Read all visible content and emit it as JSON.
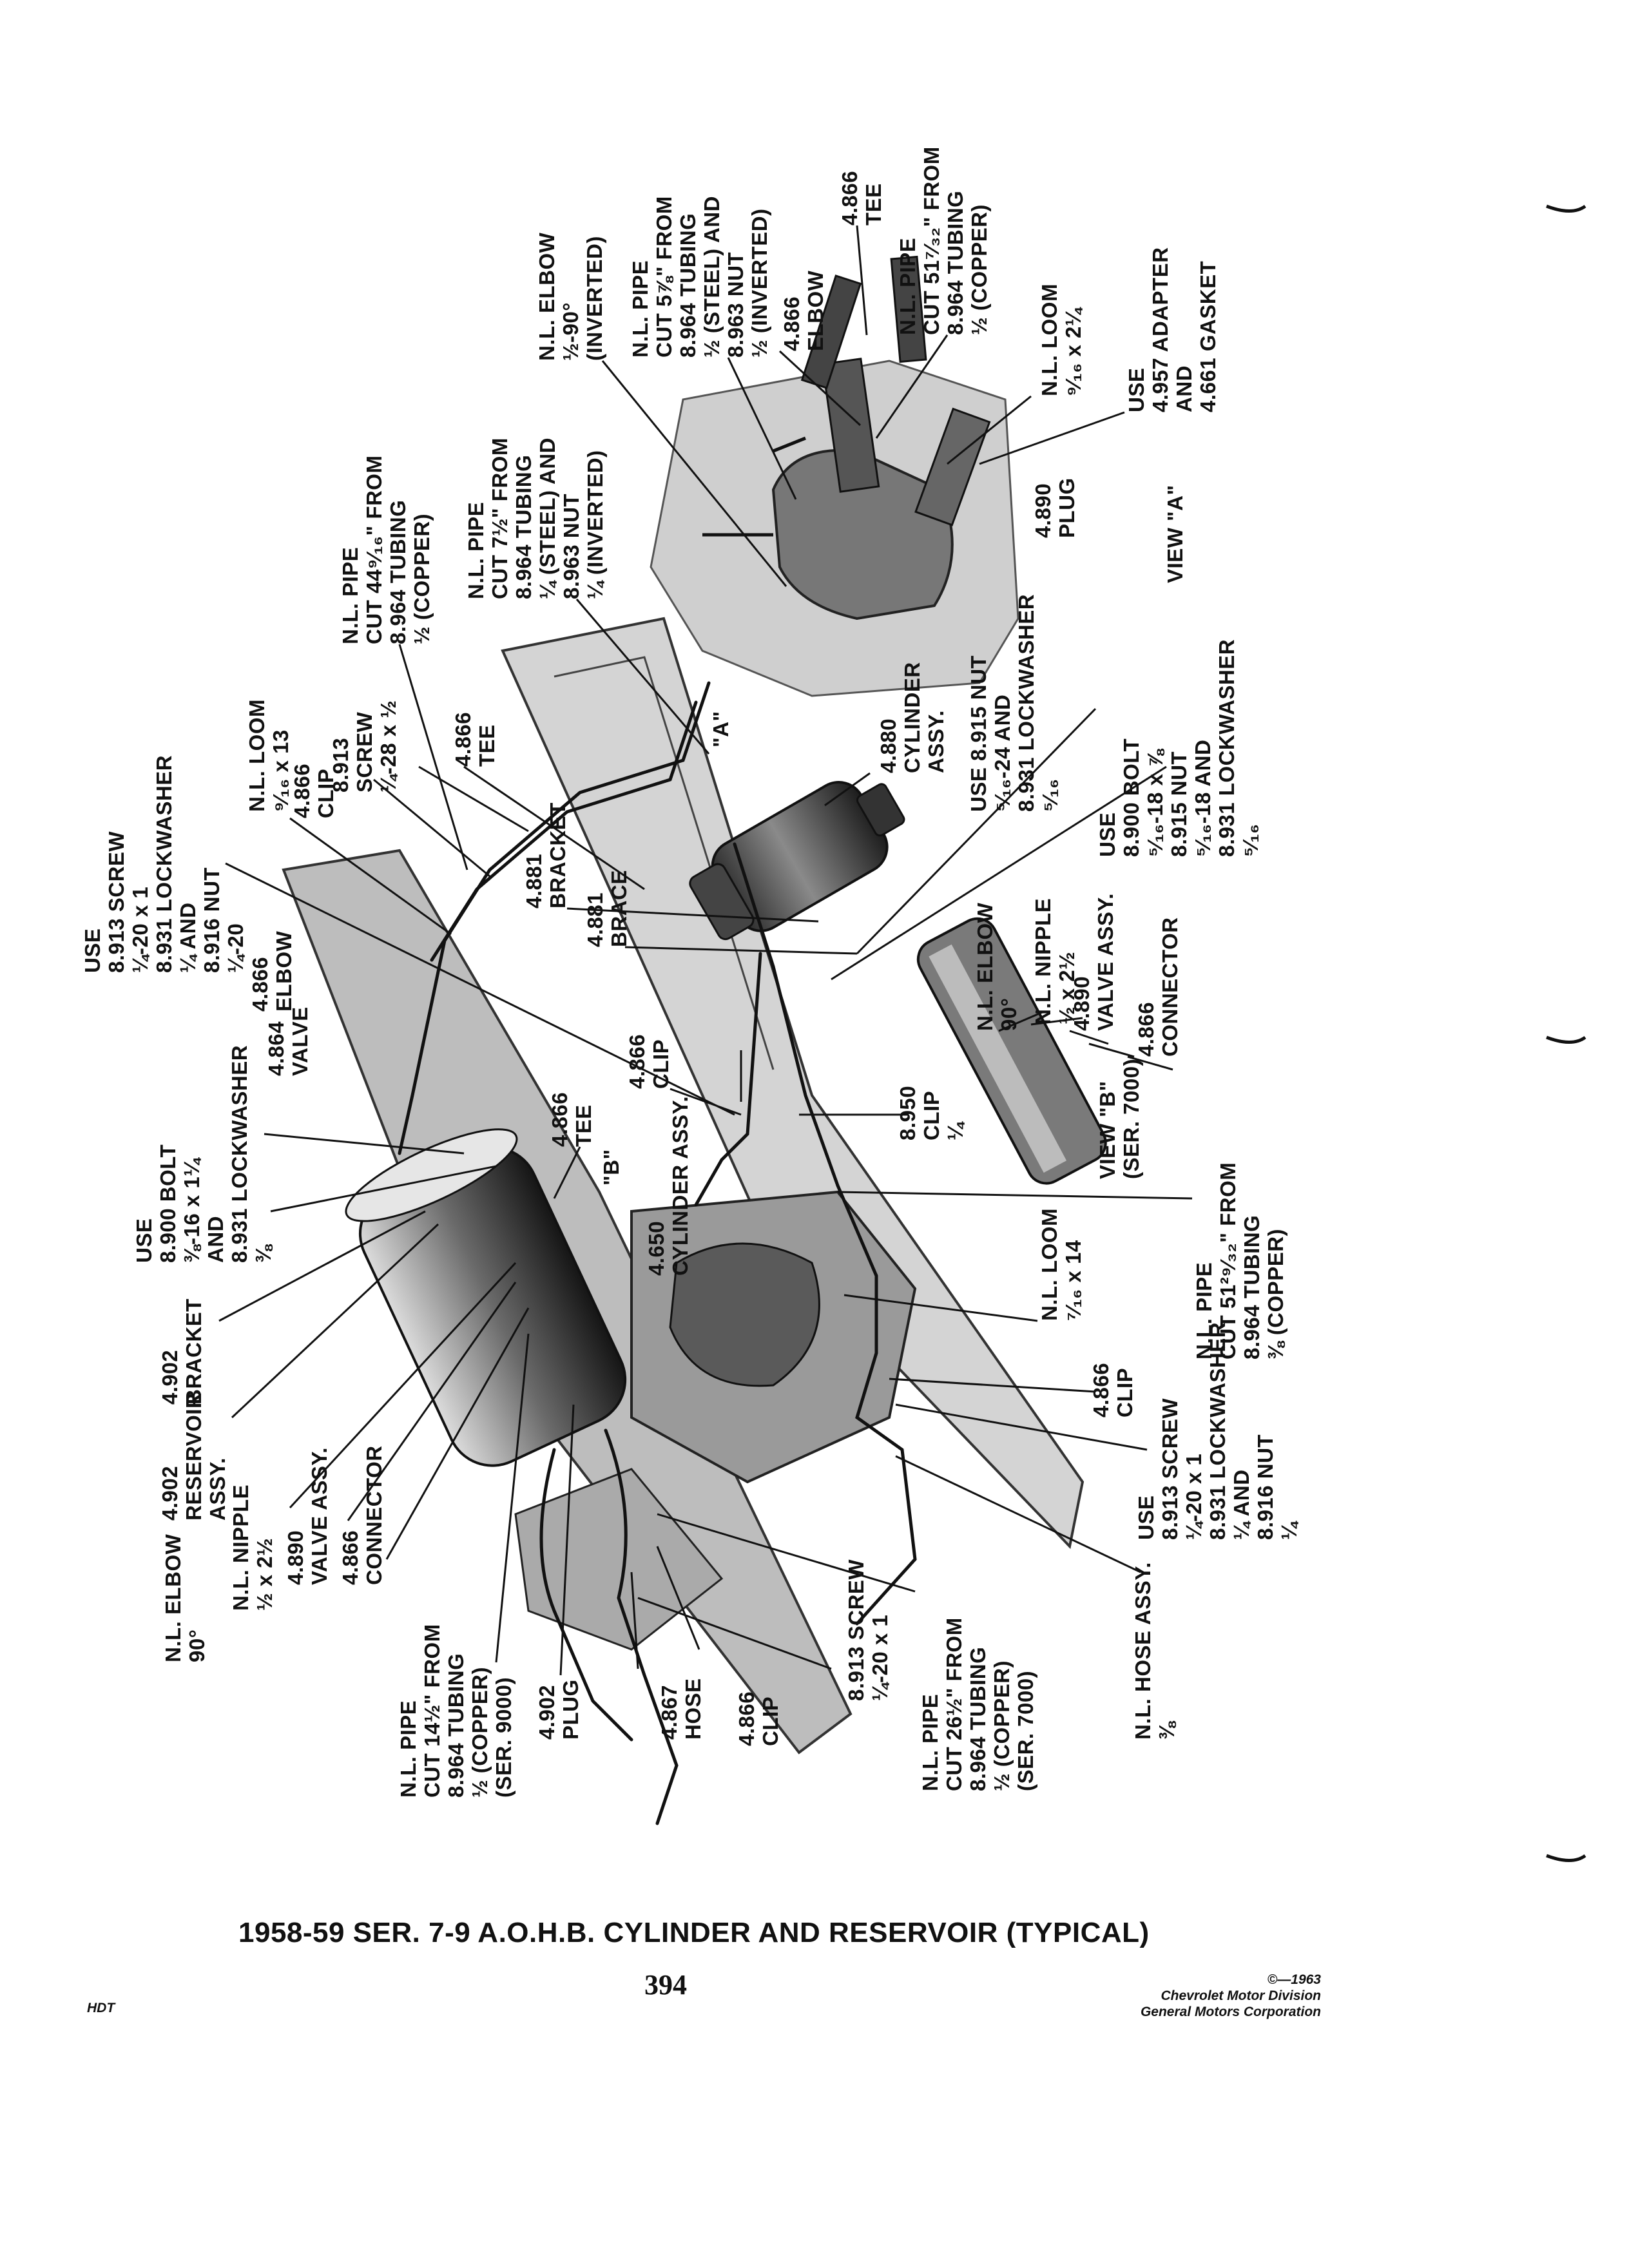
{
  "title": "1958-59 SER. 7-9 A.O.H.B. CYLINDER AND RESERVOIR (TYPICAL)",
  "page_number": "394",
  "copyright": {
    "line1": "©—1963",
    "line2": "Chevrolet Motor Division",
    "line3": "General Motors Corporation"
  },
  "footer_left": "HDT",
  "callouts": [
    {
      "id": "c01",
      "lines": [
        "N.L. ELBOW",
        "½-90°",
        "(INVERTED)"
      ]
    },
    {
      "id": "c02",
      "lines": [
        "N.L. PIPE",
        "CUT 5⅞\" FROM",
        "8.964 TUBING",
        "½ (STEEL) AND",
        "8.963 NUT",
        "½ (INVERTED)"
      ]
    },
    {
      "id": "c03",
      "lines": [
        "4.866",
        "ELBOW"
      ]
    },
    {
      "id": "c04",
      "lines": [
        "4.866",
        "TEE"
      ]
    },
    {
      "id": "c05",
      "lines": [
        "N.L. PIPE",
        "CUT 51⁷⁄₃₂\" FROM",
        "8.964 TUBING",
        "½ (COPPER)"
      ]
    },
    {
      "id": "c06",
      "lines": [
        "N.L. LOOM",
        "⁹⁄₁₆ x 2¼"
      ]
    },
    {
      "id": "c07",
      "lines": [
        "USE",
        "4.957 ADAPTER",
        "AND",
        "4.661 GASKET"
      ]
    },
    {
      "id": "c08",
      "lines": [
        "4.890",
        "PLUG"
      ]
    },
    {
      "id": "c09",
      "lines": [
        "VIEW \"A\""
      ]
    },
    {
      "id": "c10",
      "lines": [
        "N.L. PIPE",
        "CUT 7½\" FROM",
        "8.964 TUBING",
        "¼ (STEEL) AND",
        "8.963 NUT",
        "¼ (INVERTED)"
      ]
    },
    {
      "id": "c11",
      "lines": [
        "N.L. PIPE",
        "CUT 44⁹⁄₁₆\" FROM",
        "8.964 TUBING",
        "½ (COPPER)"
      ]
    },
    {
      "id": "c12",
      "lines": [
        "USE",
        "8.913 SCREW",
        "¼-20 x 1",
        "8.931 LOCKWASHER",
        "¼ AND",
        "8.916 NUT",
        "¼-20"
      ]
    },
    {
      "id": "c13",
      "lines": [
        "N.L. LOOM",
        "⁹⁄₁₆ x 13"
      ]
    },
    {
      "id": "c14",
      "lines": [
        "4.866",
        "CLIP"
      ]
    },
    {
      "id": "c15",
      "lines": [
        "8.913",
        "SCREW",
        "¼-28 x ½"
      ]
    },
    {
      "id": "c16",
      "lines": [
        "4.866",
        "TEE"
      ]
    },
    {
      "id": "c17",
      "lines": [
        "\"A\""
      ]
    },
    {
      "id": "c18",
      "lines": [
        "4.880",
        "CYLINDER",
        "ASSY."
      ]
    },
    {
      "id": "c19",
      "lines": [
        "USE 8.915 NUT",
        "⁵⁄₁₆-24 AND",
        "8.931 LOCKWASHER",
        "⁵⁄₁₆"
      ]
    },
    {
      "id": "c20",
      "lines": [
        "USE",
        "8.900 BOLT",
        "⁵⁄₁₆-18 x ⅞",
        "8.915 NUT",
        "⁵⁄₁₆-18 AND",
        "8.931 LOCKWASHER",
        "⁵⁄₁₆"
      ]
    },
    {
      "id": "c21",
      "lines": [
        "4.881",
        "BRACKET"
      ]
    },
    {
      "id": "c22",
      "lines": [
        "4.881",
        "BRACE"
      ]
    },
    {
      "id": "c23",
      "lines": [
        "N.L. ELBOW",
        "90°"
      ]
    },
    {
      "id": "c24",
      "lines": [
        "N.L. NIPPLE",
        "½ x 2½"
      ]
    },
    {
      "id": "c25",
      "lines": [
        "4.890",
        "VALVE ASSY."
      ]
    },
    {
      "id": "c26",
      "lines": [
        "4.866",
        "CONNECTOR"
      ]
    },
    {
      "id": "c27",
      "lines": [
        "VIEW \"B\"",
        "(SER. 7000)"
      ]
    },
    {
      "id": "c28",
      "lines": [
        "4.866",
        "ELBOW"
      ]
    },
    {
      "id": "c29",
      "lines": [
        "4.864",
        "VALVE"
      ]
    },
    {
      "id": "c30",
      "lines": [
        "4.866",
        "CLIP"
      ]
    },
    {
      "id": "c31",
      "lines": [
        "4.866",
        "TEE"
      ]
    },
    {
      "id": "c32",
      "lines": [
        "8.950",
        "CLIP",
        "¼"
      ]
    },
    {
      "id": "c33",
      "lines": [
        "N.L. PIPE",
        "CUT 51²⁹⁄₃₂\" FROM",
        "8.964 TUBING",
        "⅜ (COPPER)"
      ]
    },
    {
      "id": "c34",
      "lines": [
        "USE",
        "8.900 BOLT",
        "⅜-16 x 1¼",
        "AND",
        "8.931 LOCKWASHER",
        "⅜"
      ]
    },
    {
      "id": "c35",
      "lines": [
        "\"B\""
      ]
    },
    {
      "id": "c36",
      "lines": [
        "4.650",
        "CYLINDER ASSY."
      ]
    },
    {
      "id": "c37",
      "lines": [
        "N.L. LOOM",
        "⁷⁄₁₆ x 14"
      ]
    },
    {
      "id": "c38",
      "lines": [
        "4.866",
        "CLIP"
      ]
    },
    {
      "id": "c39",
      "lines": [
        "4.902",
        "BRACKET"
      ]
    },
    {
      "id": "c40",
      "lines": [
        "4.902",
        "RESERVOIR",
        "ASSY."
      ]
    },
    {
      "id": "c41",
      "lines": [
        "N.L. ELBOW",
        "90°"
      ]
    },
    {
      "id": "c42",
      "lines": [
        "N.L. NIPPLE",
        "½ x 2½"
      ]
    },
    {
      "id": "c43",
      "lines": [
        "4.890",
        "VALVE ASSY."
      ]
    },
    {
      "id": "c44",
      "lines": [
        "4.866",
        "CONNECTOR"
      ]
    },
    {
      "id": "c45",
      "lines": [
        "N.L. PIPE",
        "CUT 14½\" FROM",
        "8.964 TUBING",
        "½ (COPPER)",
        "(SER. 9000)"
      ]
    },
    {
      "id": "c46",
      "lines": [
        "4.902",
        "PLUG"
      ]
    },
    {
      "id": "c47",
      "lines": [
        "4.867",
        "HOSE"
      ]
    },
    {
      "id": "c48",
      "lines": [
        "4.866",
        "CLIP"
      ]
    },
    {
      "id": "c49",
      "lines": [
        "8.913 SCREW",
        "¼-20 x 1"
      ]
    },
    {
      "id": "c50",
      "lines": [
        "N.L. PIPE",
        "CUT 26½\" FROM",
        "8.964 TUBING",
        "½ (COPPER)",
        "(SER. 7000)"
      ]
    },
    {
      "id": "c51",
      "lines": [
        "N.L. HOSE ASSY.",
        "⅜"
      ]
    },
    {
      "id": "c52",
      "lines": [
        "USE",
        "8.913 SCREW",
        "¼-20 x 1",
        "8.931 LOCKWASHER",
        "¼ AND",
        "8.916 NUT",
        "¼"
      ]
    }
  ]
}
